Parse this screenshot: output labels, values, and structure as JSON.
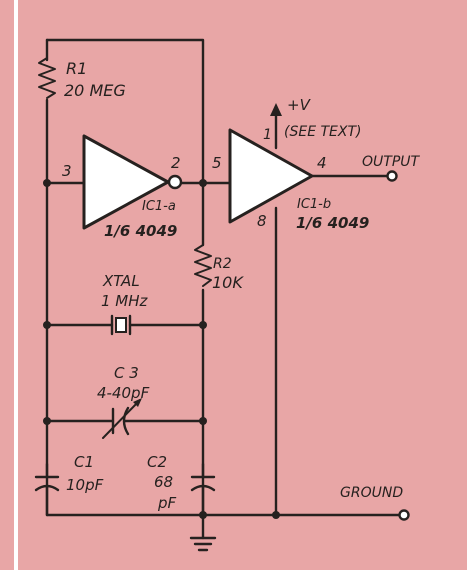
{
  "colors": {
    "paper": "#e8a6a6",
    "ink": "#26211f",
    "border": "#ffffff"
  },
  "components": {
    "r1": {
      "ref": "R1",
      "value": "20 MEG"
    },
    "r2": {
      "ref": "R2",
      "value": "10K"
    },
    "xtal": {
      "ref": "XTAL",
      "value": "1 MHz"
    },
    "c3": {
      "ref": "C 3",
      "value": "4-40pF"
    },
    "c1": {
      "ref": "C1",
      "value": "10pF"
    },
    "c2": {
      "ref": "C2",
      "value": "68",
      "unit": "pF"
    },
    "ic1a": {
      "ref": "IC1-a",
      "part": "1/6 4049",
      "pin_in": "3",
      "pin_out": "2"
    },
    "ic1b": {
      "ref": "IC1-b",
      "part": "1/6 4049",
      "pin_in": "5",
      "pin_out": "4",
      "pin_vdd": "1",
      "pin_vss": "8"
    }
  },
  "labels": {
    "supply": "+V",
    "supply_note": "(SEE TEXT)",
    "output": "OUTPUT",
    "ground": "GROUND"
  }
}
